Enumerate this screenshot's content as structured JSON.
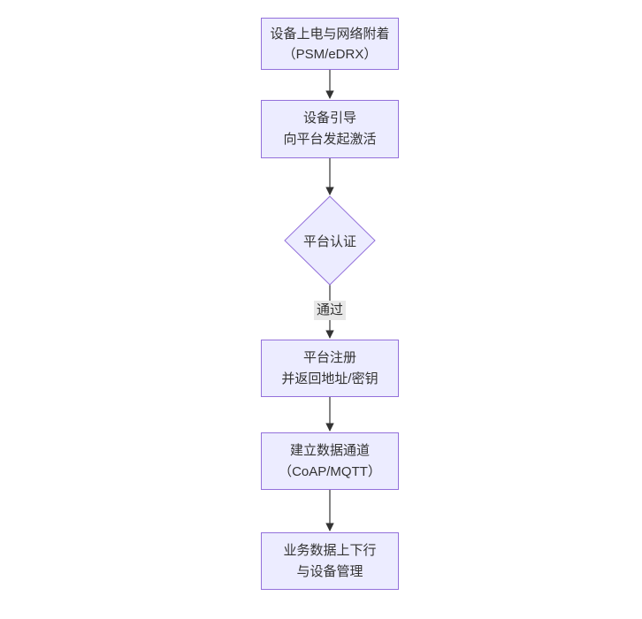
{
  "flowchart": {
    "nodes": {
      "power_attach": {
        "line1": "设备上电与网络附着",
        "line2": "（PSM/eDRX）"
      },
      "bootstrap": {
        "line1": "设备引导",
        "line2": "向平台发起激活"
      },
      "platform_auth": {
        "label": "平台认证"
      },
      "register": {
        "line1": "平台注册",
        "line2": "并返回地址/密钥"
      },
      "data_channel": {
        "line1": "建立数据通道",
        "line2": "（CoAP/MQTT）"
      },
      "business": {
        "line1": "业务数据上下行",
        "line2": "与设备管理"
      }
    },
    "edge_labels": {
      "auth_to_register": "通过"
    },
    "colors": {
      "node_fill": "#ececff",
      "node_border": "#9370db",
      "edge_line": "#333333",
      "edge_label_bg": "#e8e8e8",
      "text": "#333333",
      "canvas_bg": "#ffffff"
    }
  }
}
